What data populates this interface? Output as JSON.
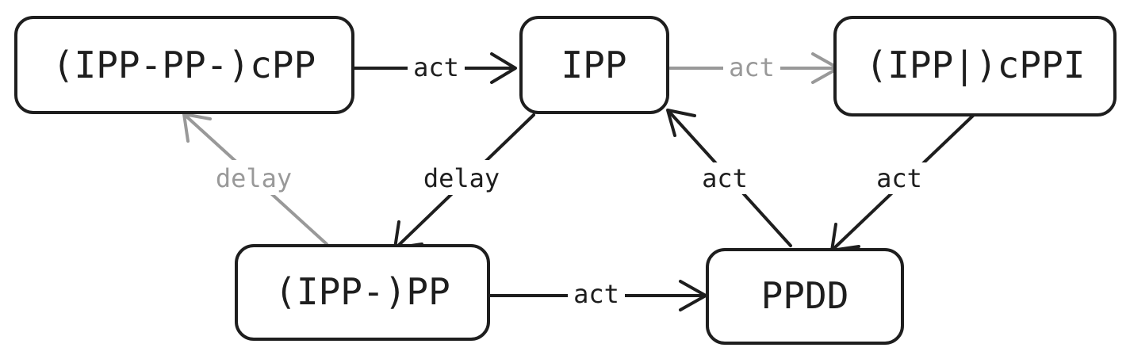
{
  "colors": {
    "ink": "#1e1e1e",
    "muted": "#999999",
    "background": "#ffffff"
  },
  "nodes": {
    "ipp_pp_cpp": "(IPP-PP-)cPP",
    "ipp": "IPP",
    "ipp_bar_cppi": "(IPP|)cPPI",
    "ipp_pp": "(IPP-)PP",
    "ppdd": "PPDD"
  },
  "edges": {
    "cpp_to_ipp": {
      "label": "act",
      "style": "solid"
    },
    "ipp_to_cppi": {
      "label": "act",
      "style": "muted"
    },
    "ipp_to_ippp": {
      "label": "delay",
      "style": "solid"
    },
    "ippp_to_cpp": {
      "label": "delay",
      "style": "muted"
    },
    "ppdd_to_ipp": {
      "label": "act",
      "style": "solid"
    },
    "cppi_to_ppdd": {
      "label": "act",
      "style": "solid"
    },
    "ippp_to_ppdd": {
      "label": "act",
      "style": "solid"
    }
  }
}
